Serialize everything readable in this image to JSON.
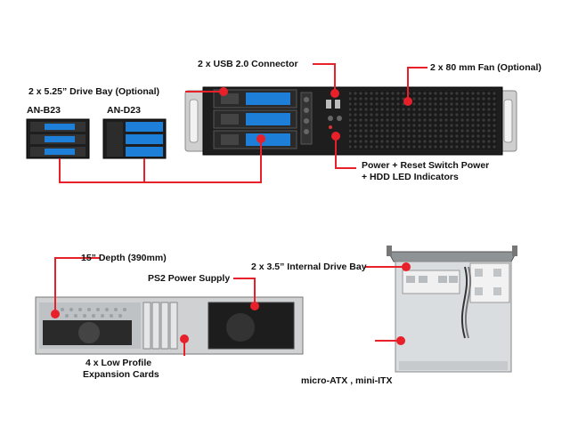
{
  "callouts": {
    "usb": "2 x USB 2.0 Connector",
    "fan": "2 x 80 mm Fan (Optional)",
    "drive_bay_525": "2 x 5.25” Drive Bay (Optional)",
    "model_b23": "AN-B23",
    "model_d23": "AN-D23",
    "power_reset_line1": "Power + Reset Switch Power",
    "power_reset_line2": "+ HDD LED Indicators",
    "depth": "15” Depth (390mm)",
    "ps2": "PS2 Power Supply",
    "drive_bay_35": "2 x 3.5” Internal Drive Bay",
    "cards_line1": "4 x Low Profile",
    "cards_line2": "Expansion Cards",
    "motherboard": "micro-ATX , mini-ITX"
  },
  "colors": {
    "callout_red": "#e8202a",
    "chassis_black": "#1c1c1c",
    "bay_blue": "#1e7fd8",
    "interior_gray": "#d9dde0"
  }
}
